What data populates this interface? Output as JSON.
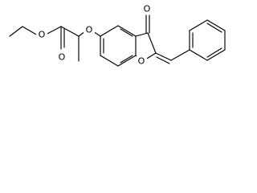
{
  "molecule": {
    "atoms": [
      {
        "id": "o-ester-carbonyl",
        "symbol": "O"
      },
      {
        "id": "o-ester-ether",
        "symbol": "O"
      },
      {
        "id": "o-aryl-ether",
        "symbol": "O"
      },
      {
        "id": "o-ketone",
        "symbol": "O"
      },
      {
        "id": "o-furan-ring",
        "symbol": "O"
      }
    ]
  }
}
